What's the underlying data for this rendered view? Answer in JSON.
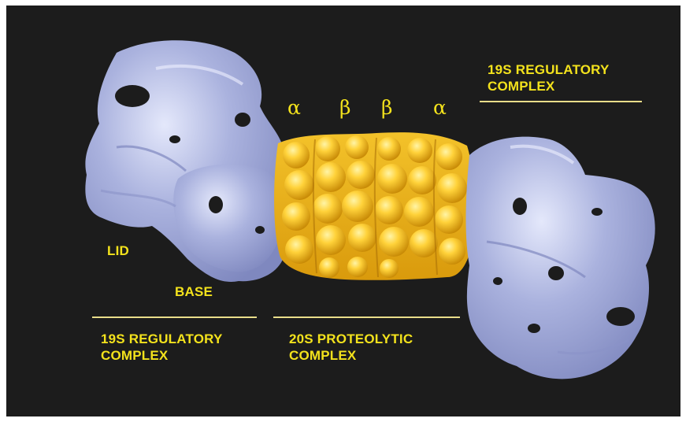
{
  "labels": {
    "top_right_line1": "19S REGULATORY",
    "top_right_line2": "COMPLEX",
    "lid": "LID",
    "base": "BASE",
    "bottom_left_line1": "19S REGULATORY",
    "bottom_left_line2": "COMPLEX",
    "bottom_center_line1": "20S PROTEOLYTIC",
    "bottom_center_line2": "COMPLEX"
  },
  "rings": [
    "α",
    "β",
    "β",
    "α"
  ],
  "colors": {
    "background": "#1c1c1c",
    "text": "#f3e21c",
    "regulatory_complex": "#a3acd9",
    "proteolytic_core": "#f2b31a"
  }
}
